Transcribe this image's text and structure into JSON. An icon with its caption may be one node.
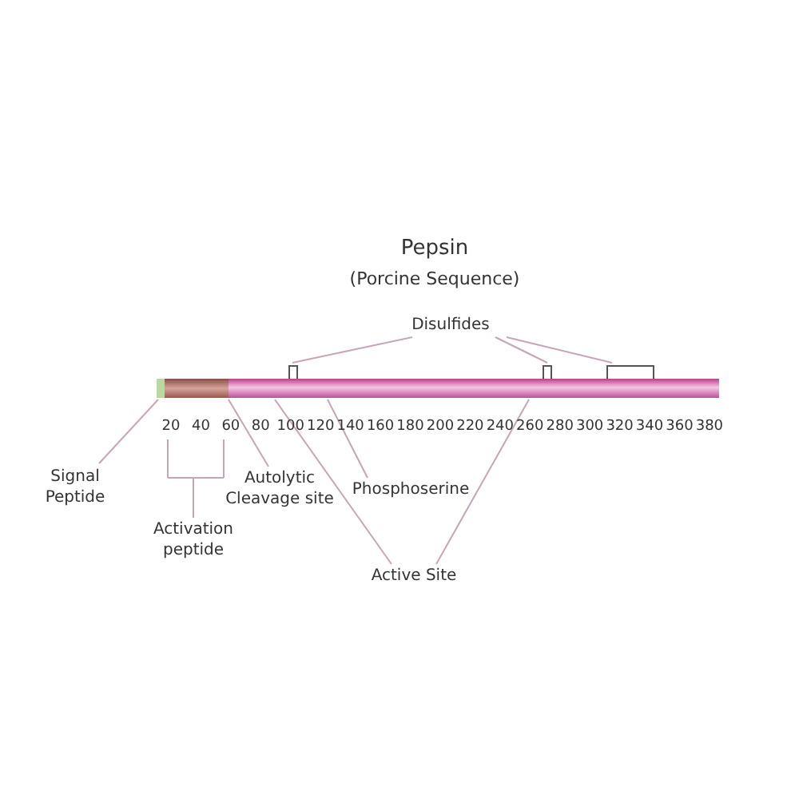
{
  "diagram": {
    "title": "Pepsin",
    "nodes": [
      {
        "text": [
          "Disulfides"
        ]
      },
      {
        "text": [],
        "shape": "box"
      },
      {
        "text": [],
        "shape": "box"
      },
      {
        "text": [],
        "shape": "box"
      },
      {
        "text": [],
        "shape": "bar"
      },
      {
        "text": [],
        "shape": "bar"
      },
      {
        "text": [
          "Signal Peptide"
        ]
      },
      {
        "text": [
          "Activation peptide"
        ]
      },
      {
        "text": [
          "Autolytic Cleavage site"
        ]
      },
      {
        "text": [
          "Phosphoserine"
        ]
      },
      {
        "text": [
          "Active Site"
        ]
      }
    ],
    "edges": [
      {
        "from": 0,
        "to": 1,
        "arrow": "none"
      },
      {
        "from": 0,
        "to": 2,
        "arrow": "none"
      },
      {
        "from": 0,
        "to": 3,
        "arrow": "none"
      },
      {
        "from": 6,
        "to": 4,
        "arrow": "none"
      },
      {
        "from": 7,
        "to": 5,
        "arrow": "none"
      },
      {
        "from": 8,
        "to": 5,
        "arrow": "none"
      },
      {
        "from": 9,
        "to": null,
        "arrow": "none"
      },
      {
        "from": 10,
        "to": null,
        "arrow": "none"
      },
      {
        "from": 10,
        "to": null,
        "arrow": "none"
      }
    ],
    "labels": [
      "(Porcine Sequence)",
      "20",
      "40",
      "60",
      "80",
      "100",
      "120",
      "140",
      "160",
      "180",
      "200",
      "220",
      "240",
      "260",
      "280",
      "300",
      "320",
      "340",
      "360",
      "380"
    ]
  }
}
